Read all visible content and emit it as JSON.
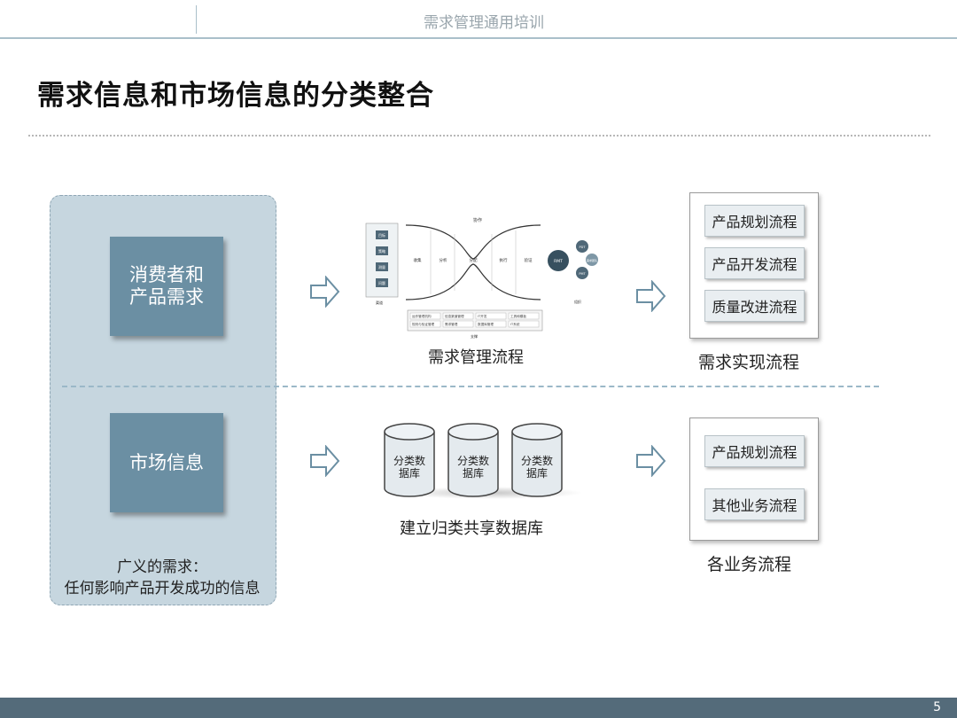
{
  "header": {
    "title": "需求管理通用培训"
  },
  "title": "需求信息和市场信息的分类整合",
  "left": {
    "box1_label": "消费者和产品需求",
    "box2_label": "市场信息",
    "note_line1": "广义的需求：",
    "note_line2": "任何影响产品开发成功的信息"
  },
  "diagram": {
    "caption": "需求管理流程",
    "top_label": "协作",
    "left_label": "渠道",
    "right_label": "组织",
    "bottom_label": "支撑",
    "left_steps": [
      "目标",
      "策略",
      "测量",
      "问题"
    ],
    "stages": [
      "收集",
      "分析",
      "分配",
      "执行",
      "验证"
    ],
    "circles": [
      "RMT",
      "PDT",
      "需求团队",
      "PMT"
    ],
    "support_items": [
      "运作管理机构",
      "信息渠道管理",
      "IT开发",
      "工具和模板",
      "规则与验证管理",
      "需求管理",
      "数据库管理",
      "IT系统"
    ]
  },
  "databases": {
    "items": [
      "分类数据库",
      "分类数据库",
      "分类数据库"
    ],
    "caption": "建立归类共享数据库"
  },
  "top_flow": {
    "items": [
      "产品规划流程",
      "产品开发流程",
      "质量改进流程"
    ],
    "caption": "需求实现流程"
  },
  "bottom_flow": {
    "items": [
      "产品规划流程",
      "其他业务流程"
    ],
    "caption": "各业务流程"
  },
  "page_number": "5"
}
